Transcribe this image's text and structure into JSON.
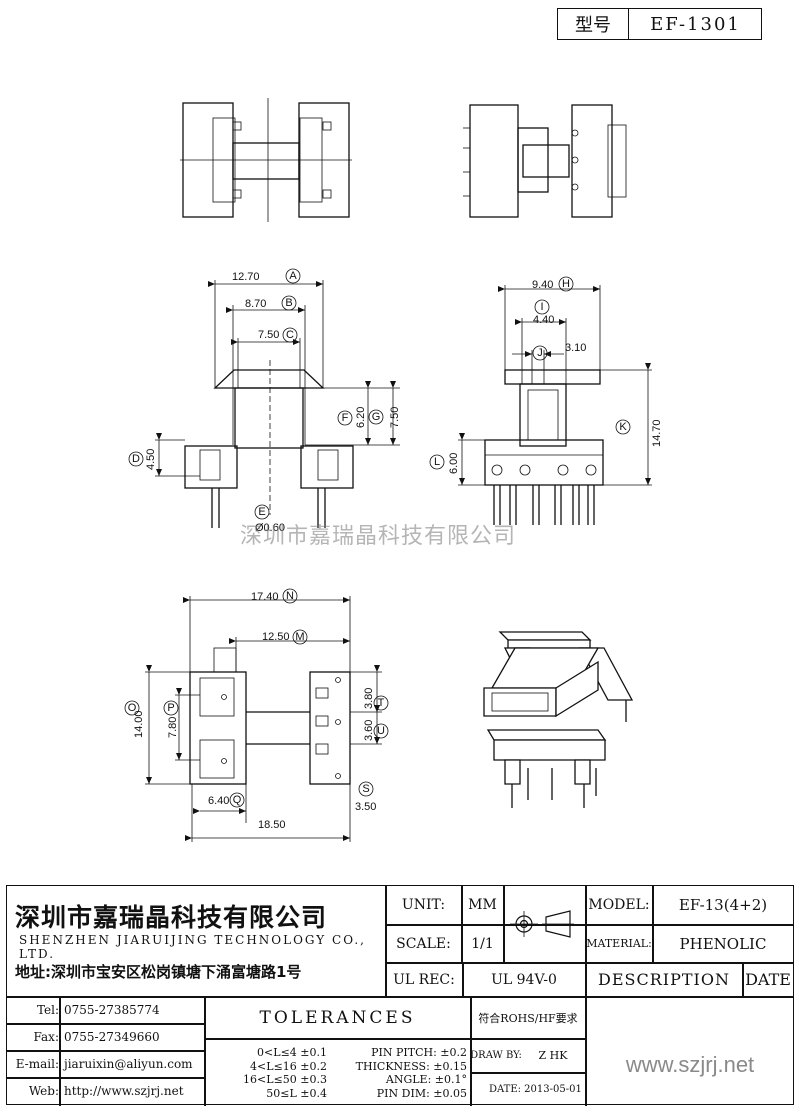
{
  "header": {
    "type_label": "型号",
    "type_value": "EF-1301"
  },
  "dimensions": {
    "front": [
      {
        "value": "12.70",
        "id": "A"
      },
      {
        "value": "8.70",
        "id": "B"
      },
      {
        "value": "7.50",
        "id": "C"
      },
      {
        "value": "4.50",
        "id": "D"
      },
      {
        "value": "Ø0.60",
        "id": "E"
      },
      {
        "value": "6.20",
        "id": "F"
      },
      {
        "value": "7.50",
        "id": "G"
      }
    ],
    "side": [
      {
        "value": "9.40",
        "id": "H"
      },
      {
        "value": "4.40",
        "id": "I"
      },
      {
        "value": "",
        "id": "J"
      },
      {
        "value": "3.10",
        "id": ""
      },
      {
        "value": "14.70",
        "id": "K"
      },
      {
        "value": "6.00",
        "id": "L"
      }
    ],
    "bottom": [
      {
        "value": "17.40",
        "id": "N"
      },
      {
        "value": "12.50",
        "id": "M"
      },
      {
        "value": "14.00",
        "id": "O"
      },
      {
        "value": "7.80",
        "id": "P"
      },
      {
        "value": "6.40",
        "id": "Q"
      },
      {
        "value": "18.50",
        "id": ""
      },
      {
        "value": "3.80",
        "id": "T"
      },
      {
        "value": "3.60",
        "id": "U"
      },
      {
        "value": "3.50",
        "id": "S"
      }
    ]
  },
  "watermark": "深圳市嘉瑞晶科技有限公司",
  "company": {
    "name_cn": "深圳市嘉瑞晶科技有限公司",
    "name_en": "SHENZHEN JIARUIJING TECHNOLOGY CO., LTD.",
    "address": "地址:深圳市宝安区松岗镇塘下涌富塘路1号"
  },
  "specs": {
    "unit_label": "UNIT:",
    "unit_value": "MM",
    "scale_label": "SCALE:",
    "scale_value": "1/1",
    "ulrec_label": "UL REC:",
    "ulrec_value": "UL 94V-0",
    "model_label": "MODEL:",
    "model_value": "EF-13(4+2)",
    "material_label": "MATERIAL:",
    "material_value": "PHENOLIC",
    "description_label": "DESCRIPTION",
    "date_label": "DATE"
  },
  "contact": {
    "tel_label": "Tel:",
    "tel": "0755-27385774",
    "fax_label": "Fax:",
    "fax": "0755-27349660",
    "email_label": "E-mail:",
    "email": "jiaruixin@aliyun.com",
    "web_label": "Web:",
    "web": "http://www.szjrj.net"
  },
  "tolerances": {
    "title": "TOLERANCES",
    "rohs": "符合ROHS/HF要求",
    "ranges": [
      "0<L≤4 ±0.1",
      "4<L≤16 ±0.2",
      "16<L≤50 ±0.3",
      "50≤L ±0.4"
    ],
    "others": [
      "PIN PITCH: ±0.2",
      "THICKNESS: ±0.15",
      "ANGLE: ±0.1°",
      "PIN DIM: ±0.05"
    ],
    "drawby_label": "DRAW BY:",
    "drawby": "Z HK",
    "date_label": "DATE:",
    "date": "2013-05-01",
    "website": "www.szjrj.net"
  }
}
